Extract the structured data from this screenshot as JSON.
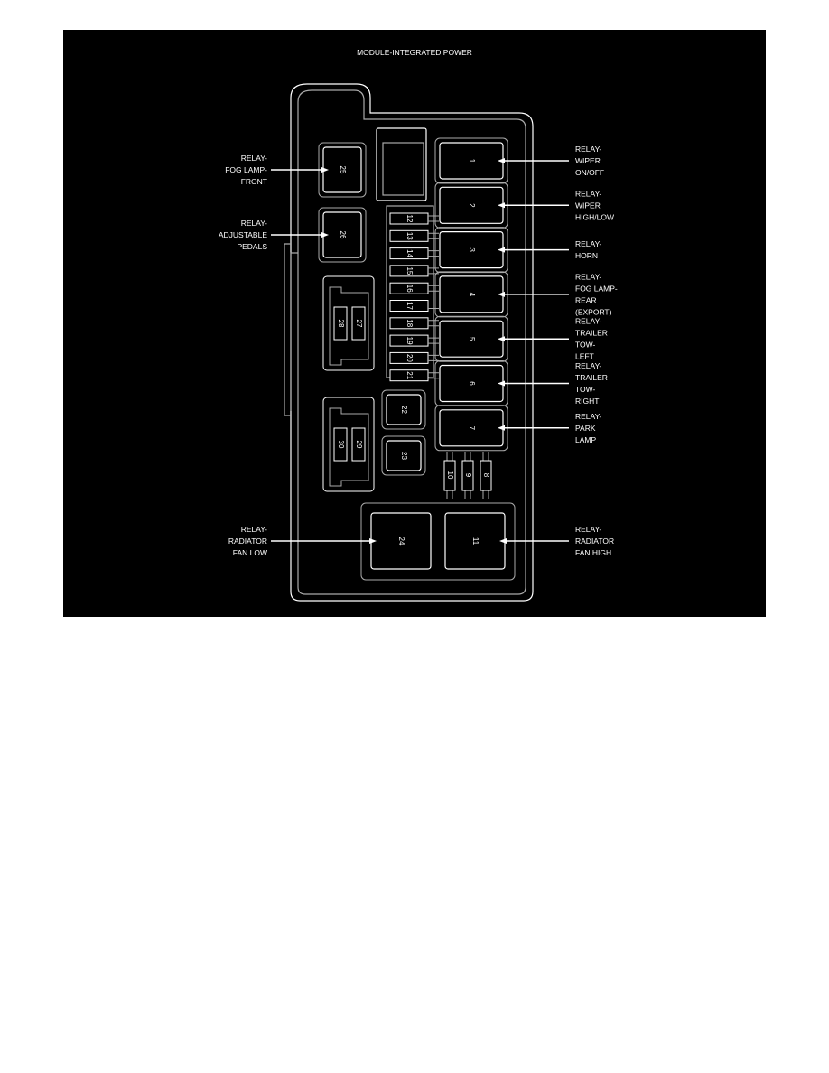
{
  "title": "MODULE-INTEGRATED POWER",
  "left_labels": [
    {
      "lines": [
        "RELAY-",
        "FOG LAMP-",
        "FRONT"
      ],
      "target": "25"
    },
    {
      "lines": [
        "RELAY-",
        "ADJUSTABLE",
        "PEDALS"
      ],
      "target": "26"
    },
    {
      "lines": [
        "RELAY-",
        "RADIATOR",
        "FAN LOW"
      ],
      "target": "24"
    }
  ],
  "right_labels": [
    {
      "lines": [
        "RELAY-",
        "WIPER",
        "ON/OFF"
      ],
      "target": "1"
    },
    {
      "lines": [
        "RELAY-",
        "WIPER",
        "HIGH/LOW"
      ],
      "target": "2"
    },
    {
      "lines": [
        "RELAY-",
        "HORN"
      ],
      "target": "3"
    },
    {
      "lines": [
        "RELAY-",
        "FOG LAMP-",
        "REAR",
        "(EXPORT)"
      ],
      "target": "4"
    },
    {
      "lines": [
        "RELAY-",
        "TRAILER",
        "TOW-",
        "LEFT"
      ],
      "target": "5"
    },
    {
      "lines": [
        "RELAY-",
        "TRAILER",
        "TOW-",
        "RIGHT"
      ],
      "target": "6"
    },
    {
      "lines": [
        "RELAY-",
        "PARK",
        "LAMP"
      ],
      "target": "7"
    },
    {
      "lines": [
        "RELAY-",
        "RADIATOR",
        "FAN HIGH"
      ],
      "target": "11"
    }
  ],
  "right_relays": [
    "1",
    "2",
    "3",
    "4",
    "5",
    "6",
    "7"
  ],
  "mini_fuses": [
    "12",
    "13",
    "14",
    "15",
    "16",
    "17",
    "18",
    "19",
    "20",
    "21"
  ],
  "left_relays": [
    "25",
    "26"
  ],
  "cartridge_fuses_a": [
    "28",
    "27"
  ],
  "cartridge_fuses_b": [
    "30",
    "29"
  ],
  "square_fuses": [
    "22",
    "23"
  ],
  "vertical_fuses": [
    "10",
    "9",
    "8"
  ],
  "large_relays": [
    "24",
    "11"
  ]
}
